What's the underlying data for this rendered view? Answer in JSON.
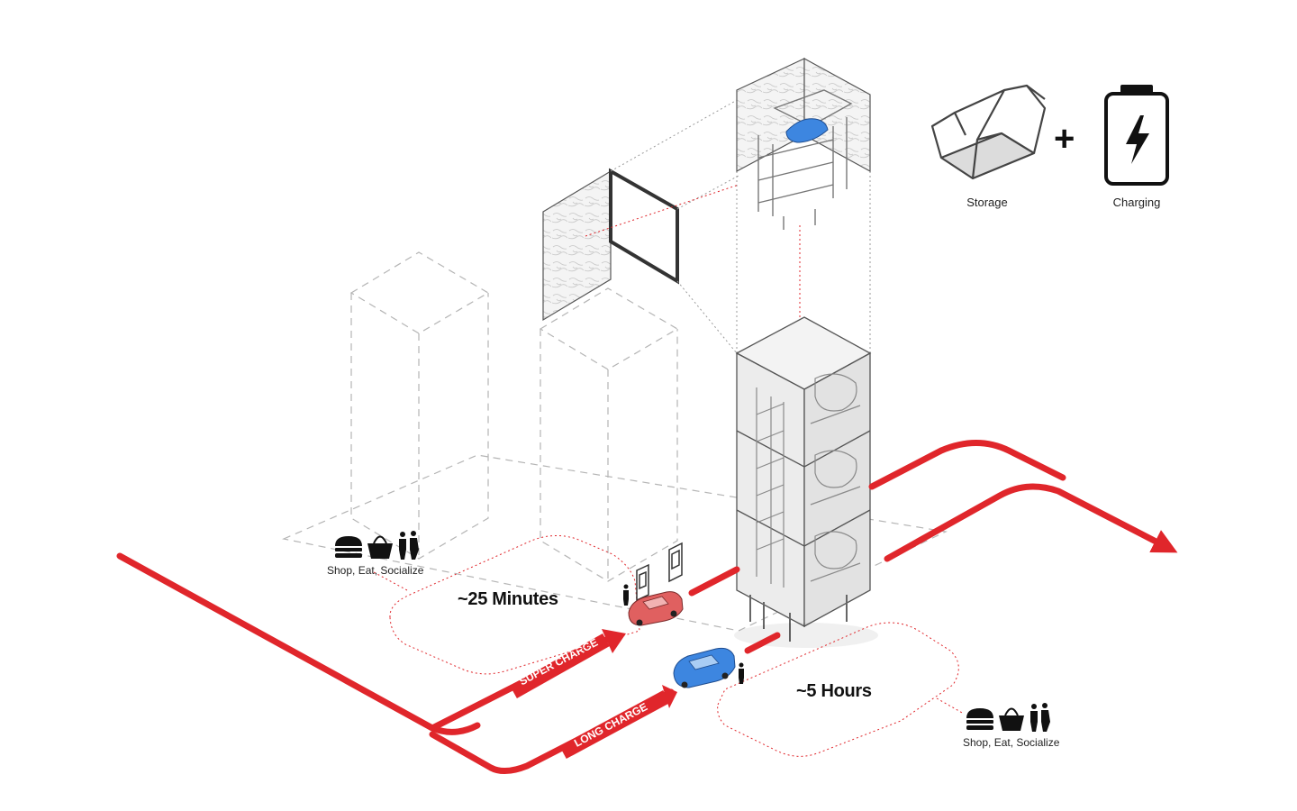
{
  "legend": {
    "storage_label": "Storage",
    "plus_sign": "+",
    "charging_label": "Charging",
    "storage_icon": "storage-cradle-icon",
    "charging_icon": "battery-bolt-icon"
  },
  "routes": {
    "super_charge_label": "SUPER CHARGE",
    "long_charge_label": "LONG CHARGE"
  },
  "zones": {
    "super": {
      "time": "~25 Minutes",
      "amenities": "Shop, Eat, Socialize"
    },
    "long": {
      "time": "~5 Hours",
      "amenities": "Shop, Eat, Socialize"
    }
  },
  "amenity_icons": [
    "burger-icon",
    "shopping-bag-icon",
    "people-icon"
  ],
  "colors": {
    "route_red": "#e0262b",
    "car_red": "#e06060",
    "car_blue": "#3d86e0",
    "line_gray": "#9a9a9a",
    "dashed_gray": "#b5b5b5"
  }
}
